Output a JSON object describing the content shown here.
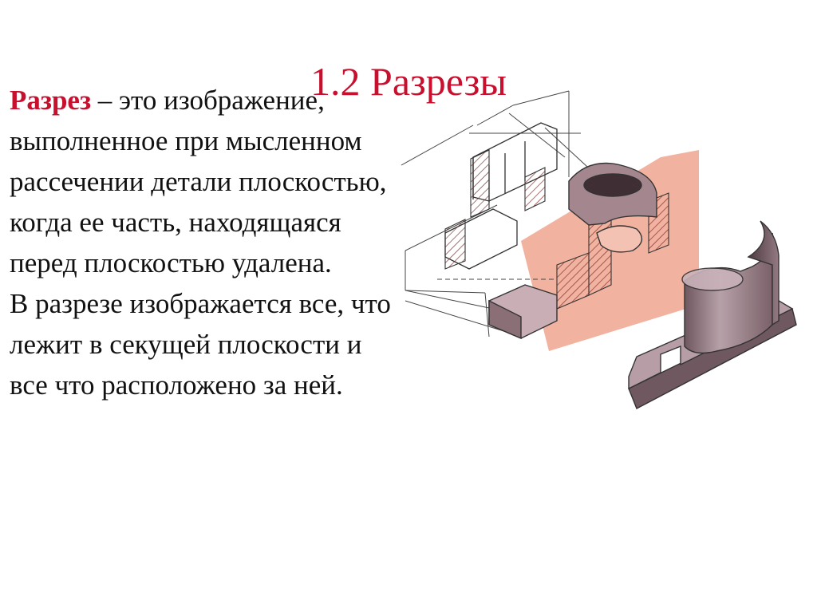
{
  "slide": {
    "title": "1.2 Разрезы",
    "definition": {
      "term": "Разрез",
      "text": " – это изображение, выполненное при мысленном рассечении детали  плоскостью, когда ее часть, находящаяся перед плоскостью удалена."
    },
    "paragraph2": "В разрезе изображается все, что лежит в секущей плоскости и все что расположено за ней."
  },
  "colors": {
    "accent": "#c8102e",
    "text": "#111111",
    "section_plane": "#f1aa96",
    "hatch": "#7a2a2a",
    "solid": "#9a8288"
  }
}
